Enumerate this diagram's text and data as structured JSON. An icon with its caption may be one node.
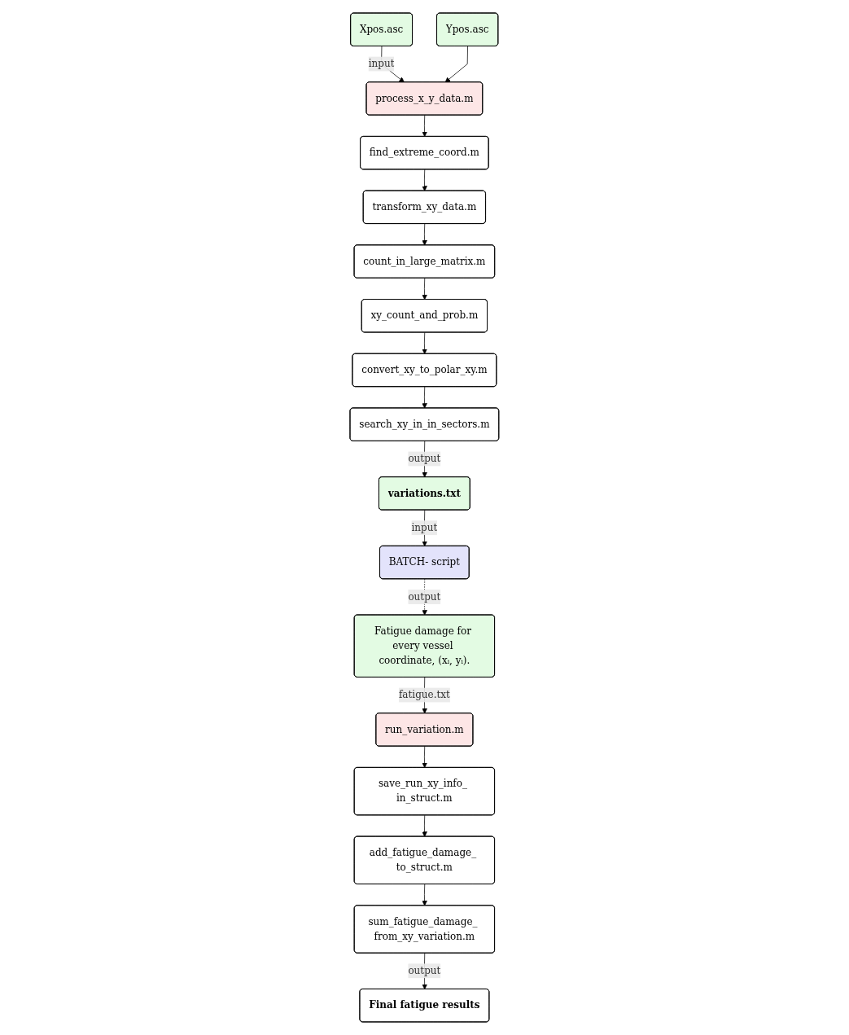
{
  "diagram": {
    "nodes": [
      {
        "text": [
          "Xpos.asc"
        ]
      },
      {
        "text": [
          "Ypos.asc"
        ]
      },
      {
        "text": [
          "process_x_y_data.m"
        ]
      },
      {
        "text": [
          "find_extreme_coord.m"
        ]
      },
      {
        "text": [
          "transform_xy_data.m"
        ]
      },
      {
        "text": [
          "count_in_large_matrix.m"
        ]
      },
      {
        "text": [
          "xy_count_and_prob.m"
        ]
      },
      {
        "text": [
          "convert_xy_to_polar_xy.m"
        ]
      },
      {
        "text": [
          "search_xy_in_in_sectors.m"
        ]
      },
      {
        "text": [
          "variations.txt"
        ]
      },
      {
        "text": [
          "BATCH- script"
        ]
      },
      {
        "text": [
          "Fatigue damage for every vessel coordinate, (xᵢ, yᵢ)."
        ]
      },
      {
        "text": [
          "run_variation.m"
        ]
      },
      {
        "text": [
          "save_run_xy_info_ in_struct.m"
        ]
      },
      {
        "text": [
          "add_fatigue_damage_ to_struct.m"
        ]
      },
      {
        "text": [
          "sum_fatigue_damage_ from_xy_variation.m"
        ]
      },
      {
        "text": [
          "Final fatigue results"
        ]
      }
    ],
    "edges": [
      {
        "from": 0,
        "to": 2,
        "arrow": "to",
        "label": "input"
      },
      {
        "from": 1,
        "to": 2,
        "arrow": "to"
      },
      {
        "from": 2,
        "to": 3,
        "arrow": "to"
      },
      {
        "from": 3,
        "to": 4,
        "arrow": "to"
      },
      {
        "from": 4,
        "to": 5,
        "arrow": "to"
      },
      {
        "from": 5,
        "to": 6,
        "arrow": "to"
      },
      {
        "from": 6,
        "to": 7,
        "arrow": "to"
      },
      {
        "from": 7,
        "to": 8,
        "arrow": "to"
      },
      {
        "from": 8,
        "to": 9,
        "arrow": "to",
        "label": "output"
      },
      {
        "from": 9,
        "to": 10,
        "arrow": "to",
        "label": "input"
      },
      {
        "from": 10,
        "to": 11,
        "arrow": "to",
        "label": "output",
        "style": "dashed"
      },
      {
        "from": 11,
        "to": 12,
        "arrow": "to",
        "label": "fatigue.txt"
      },
      {
        "from": 12,
        "to": 13,
        "arrow": "to"
      },
      {
        "from": 13,
        "to": 14,
        "arrow": "to"
      },
      {
        "from": 14,
        "to": 15,
        "arrow": "to"
      },
      {
        "from": 15,
        "to": 16,
        "arrow": "to",
        "label": "output"
      }
    ]
  }
}
